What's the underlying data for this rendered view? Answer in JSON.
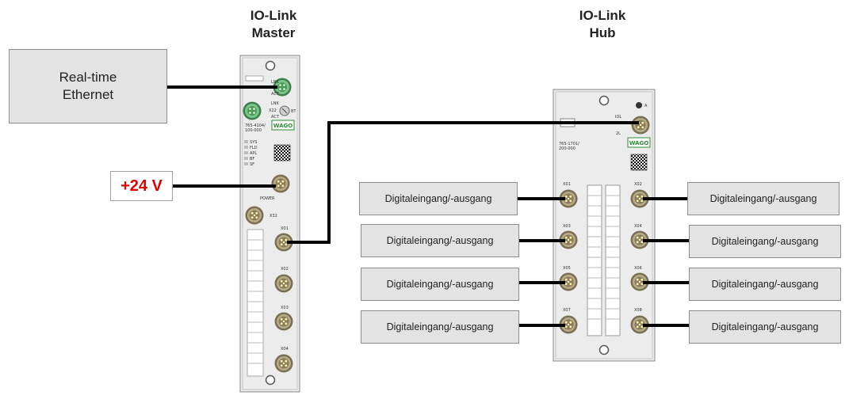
{
  "titles": {
    "master": "IO-Link\nMaster",
    "hub": "IO-Link\nHub"
  },
  "ethernet_label": "Real-time\nEthernet",
  "power_label": "+24 V",
  "io_label": "Digitaleingang/-ausgang",
  "master_device": {
    "brand": "WAGO",
    "model": "765-4104/\n100-000",
    "port_labels": [
      "X01",
      "X02",
      "X03",
      "X04"
    ],
    "led_labels": [
      "SYS",
      "FLD",
      "APL",
      "BF",
      "SF"
    ],
    "power_text": "POWER",
    "lnk": "LNK",
    "act": "ACT",
    "bt": "BT",
    "x22": "X22",
    "x32": "X32"
  },
  "hub_device": {
    "brand": "WAGO",
    "model": "765-1701/\n200-000",
    "iol": "IOL",
    "two_l": "2L",
    "a_label": "A",
    "port_labels": [
      "X01",
      "X02",
      "X03",
      "X04",
      "X05",
      "X06",
      "X07",
      "X08"
    ]
  },
  "colors": {
    "box_fill": "#e3e3e3",
    "box_border": "#8c8c8c",
    "power_text": "#e00000",
    "wire": "#000000",
    "device_body": "#e9e9e9",
    "connector": "#8a7a5a"
  }
}
